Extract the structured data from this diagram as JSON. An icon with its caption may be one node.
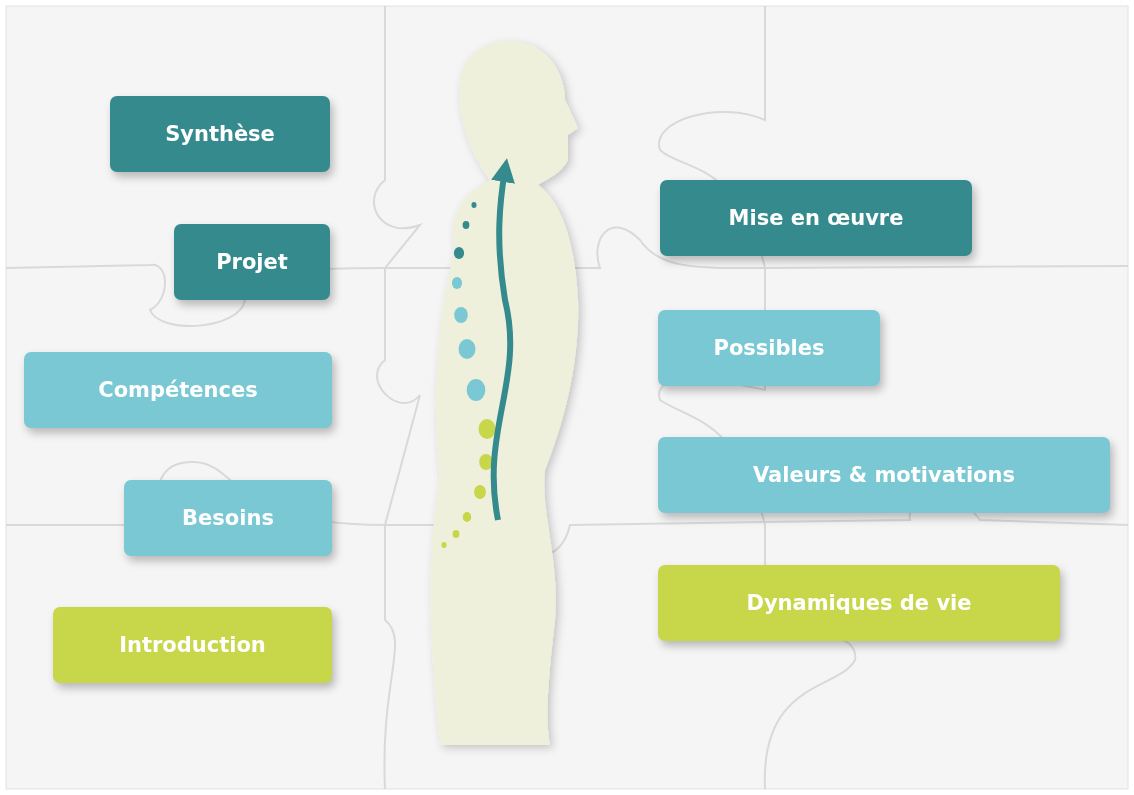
{
  "diagram": {
    "nodes": [
      {
        "text": [
          "Synthèse"
        ]
      },
      {
        "text": [
          "Mise en œuvre"
        ]
      },
      {
        "text": [
          "Projet"
        ]
      },
      {
        "text": [
          "Possibles"
        ]
      },
      {
        "text": [
          "Compétences"
        ]
      },
      {
        "text": [
          "Valeurs & motivations"
        ]
      },
      {
        "text": [
          "Besoins"
        ]
      },
      {
        "text": [
          "Dynamiques de vie"
        ]
      },
      {
        "text": [
          "Introduction"
        ]
      }
    ]
  }
}
